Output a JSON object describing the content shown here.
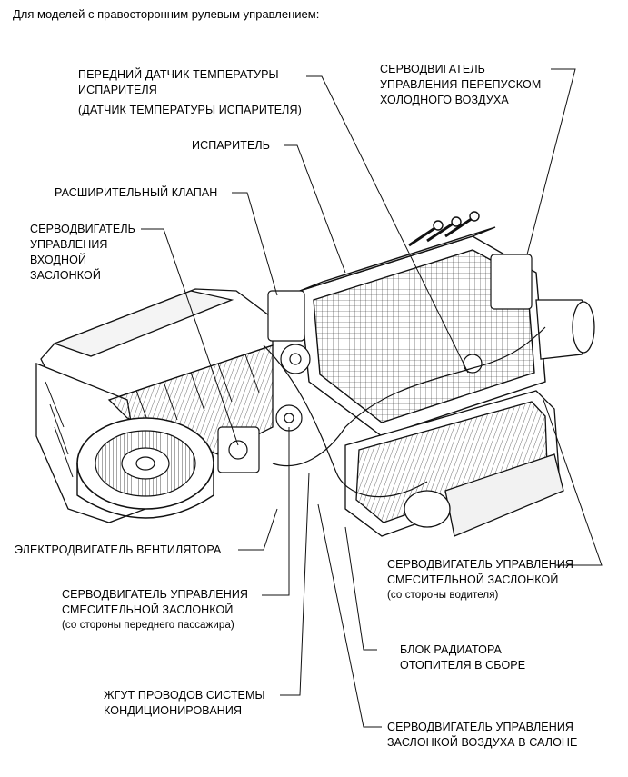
{
  "heading": "Для моделей с правосторонним рулевым управлением:",
  "labels": {
    "evap_temp_sensor": {
      "line1": "ПЕРЕДНИЙ ДАТЧИК ТЕМПЕРАТУРЫ",
      "line2": "ИСПАРИТЕЛЯ",
      "line3": "(ДАТЧИК ТЕМПЕРАТУРЫ ИСПАРИТЕЛЯ)"
    },
    "cool_air_bypass_servo": {
      "line1": "СЕРВОДВИГАТЕЛЬ",
      "line2": "УПРАВЛЕНИЯ ПЕРЕПУСКОМ",
      "line3": "ХОЛОДНОГО ВОЗДУХА"
    },
    "evaporator": "ИСПАРИТЕЛЬ",
    "expansion_valve": "РАСШИРИТЕЛЬНЫЙ КЛАПАН",
    "inlet_damper_servo": {
      "line1": "СЕРВОДВИГАТЕЛЬ",
      "line2": "УПРАВЛЕНИЯ",
      "line3": "ВХОДНОЙ",
      "line4": "ЗАСЛОНКОЙ"
    },
    "blower_motor": "ЭЛЕКТРОДВИГАТЕЛЬ ВЕНТИЛЯТОРА",
    "air_mix_servo_passenger": {
      "line1": "СЕРВОДВИГАТЕЛЬ УПРАВЛЕНИЯ",
      "line2": "СМЕСИТЕЛЬНОЙ ЗАСЛОНКОЙ",
      "line3": "(со стороны переднего пассажира)"
    },
    "air_mix_servo_driver": {
      "line1": "СЕРВОДВИГАТЕЛЬ УПРАВЛЕНИЯ",
      "line2": "СМЕСИТЕЛЬНОЙ ЗАСЛОНКОЙ",
      "line3": "(со стороны водителя)"
    },
    "heater_radiator": {
      "line1": "БЛОК РАДИАТОРА",
      "line2": "ОТОПИТЕЛЯ В СБОРЕ"
    },
    "ac_wire_harness": {
      "line1": "ЖГУТ ПРОВОДОВ СИСТЕМЫ",
      "line2": "КОНДИЦИОНИРОВАНИЯ"
    },
    "cabin_air_damper_servo": {
      "line1": "СЕРВОДВИГАТЕЛЬ УПРАВЛЕНИЯ",
      "line2": "ЗАСЛОНКОЙ ВОЗДУХА В САЛОНЕ"
    }
  }
}
